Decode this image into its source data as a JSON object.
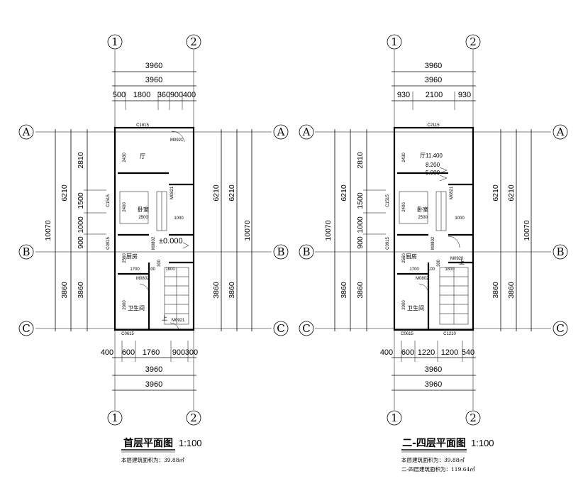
{
  "axes": {
    "cols": [
      "1",
      "2"
    ],
    "rows": [
      "A",
      "B",
      "C"
    ]
  },
  "plan1": {
    "title": "首层平面图",
    "scale": "1:100",
    "note": "本层建筑面积为：39.88㎡",
    "top_total_outer": "3960",
    "top_total_inner": "3960",
    "top_parts": [
      "500",
      "1800",
      "360",
      "900",
      "400"
    ],
    "bottom_parts": [
      "400",
      "600",
      "1760",
      "900",
      "300"
    ],
    "bottom_total_inner": "3960",
    "bottom_total_outer": "3960",
    "left_dims": [
      "2810",
      "1500",
      "1000",
      "900",
      "3860"
    ],
    "left_total_ab": "6210",
    "left_total": "10070",
    "right_dims": [
      "6210",
      "6210",
      "3860",
      "3860"
    ],
    "right_total": "10070",
    "interior_dims": [
      "2430",
      "2400",
      "2500",
      "2560",
      "1700",
      "100",
      "1800",
      "300",
      "2000",
      "1000"
    ],
    "rooms": {
      "hall": "厅",
      "bedroom": "卧室",
      "kitchen": "厨房",
      "bath": "卫生间",
      "up": "上"
    },
    "labels": {
      "c1815": "C1815",
      "m0921a": "M0921",
      "c1515": "C1515",
      "m0821": "M0821",
      "m0802a": "M0802",
      "c0915": "C0915",
      "m0802b": "M0802",
      "c0615": "C0615",
      "m0921b": "M0921"
    },
    "elev": "±0.000"
  },
  "plan2": {
    "title": "二-四层平面图",
    "scale": "1:100",
    "note1": "本层建筑面积为：39.88㎡",
    "note2": "二-四层建筑面积为：119.64㎡",
    "top_total_outer": "3960",
    "top_total_inner": "3960",
    "top_parts": [
      "930",
      "2100",
      "930"
    ],
    "bottom_parts": [
      "400",
      "600",
      "1220",
      "1200",
      "540"
    ],
    "bottom_total_inner": "3960",
    "bottom_total_outer": "3960",
    "left_dims": [
      "2810",
      "1500",
      "1000",
      "900",
      "3860"
    ],
    "left_total_ab": "6210",
    "left_total": "10070",
    "right_dims": [
      "6210",
      "6210",
      "3860",
      "3860"
    ],
    "right_total": "10070",
    "interior_dims": [
      "2430",
      "2400",
      "2500",
      "2560",
      "1700",
      "100",
      "1800",
      "300",
      "2000",
      "1000"
    ],
    "rooms": {
      "hall": "厅",
      "bedroom": "卧室",
      "kitchen": "厨房",
      "bath": "卫生间",
      "up": "上"
    },
    "labels": {
      "c2115": "C2115",
      "c1515": "C1515",
      "m0821": "M0821",
      "m0802a": "M0802",
      "c0915": "C0915",
      "m0920": "M0920",
      "m0802b": "M0802",
      "c0615": "C0615",
      "c1210": "C1210"
    },
    "elevs": [
      "11.400",
      "8.200",
      "5.000"
    ]
  }
}
